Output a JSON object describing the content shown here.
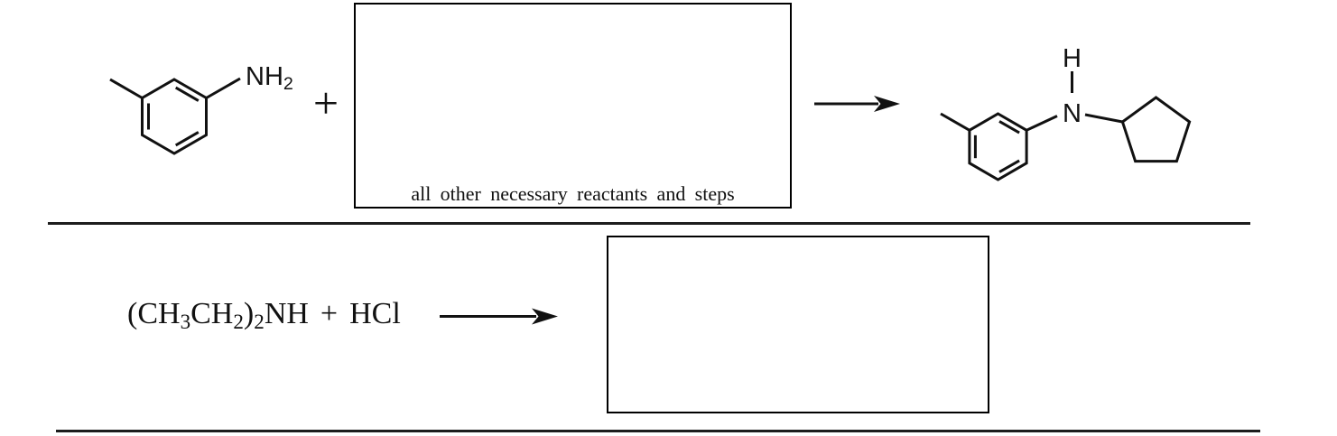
{
  "colors": {
    "ink": "#111111",
    "background": "#ffffff"
  },
  "row1": {
    "amine_label_segments": [
      {
        "t": "NH"
      },
      {
        "t": "2",
        "sub": true
      }
    ],
    "plus": "+",
    "box_label": "all other necessary reactants and steps",
    "product_h_label": "H",
    "product_n_label": "N"
  },
  "row2": {
    "formula_segments": [
      {
        "t": "(CH"
      },
      {
        "t": "3",
        "sub": true
      },
      {
        "t": "CH"
      },
      {
        "t": "2",
        "sub": true
      },
      {
        "t": ")"
      },
      {
        "t": "2",
        "sub": true
      },
      {
        "t": "NH"
      },
      {
        "t": "+",
        "gap": true
      },
      {
        "t": "HCl"
      }
    ]
  }
}
